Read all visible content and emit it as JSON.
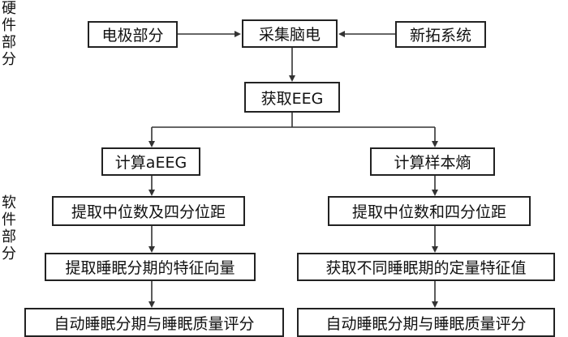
{
  "side_labels": {
    "hardware": "硬\n件\n部\n分",
    "software": "软\n件\n部\n分"
  },
  "nodes": {
    "electrode": "电极部分",
    "acquire": "采集脑电",
    "xintuo": "新拓系统",
    "get_eeg": "获取EEG",
    "calc_aeeg": "计算aEEG",
    "calc_entropy": "计算样本熵",
    "median_quartile_left": "提取中位数及四分位距",
    "median_quartile_right": "提取中位数和四分位距",
    "stage_features": "提取睡眠分期的特征向量",
    "quant_features": "获取不同睡眠期的定量特征值",
    "eval_left": "自动睡眠分期与睡眠质量评分",
    "eval_right": "自动睡眠分期与睡眠质量评分"
  }
}
